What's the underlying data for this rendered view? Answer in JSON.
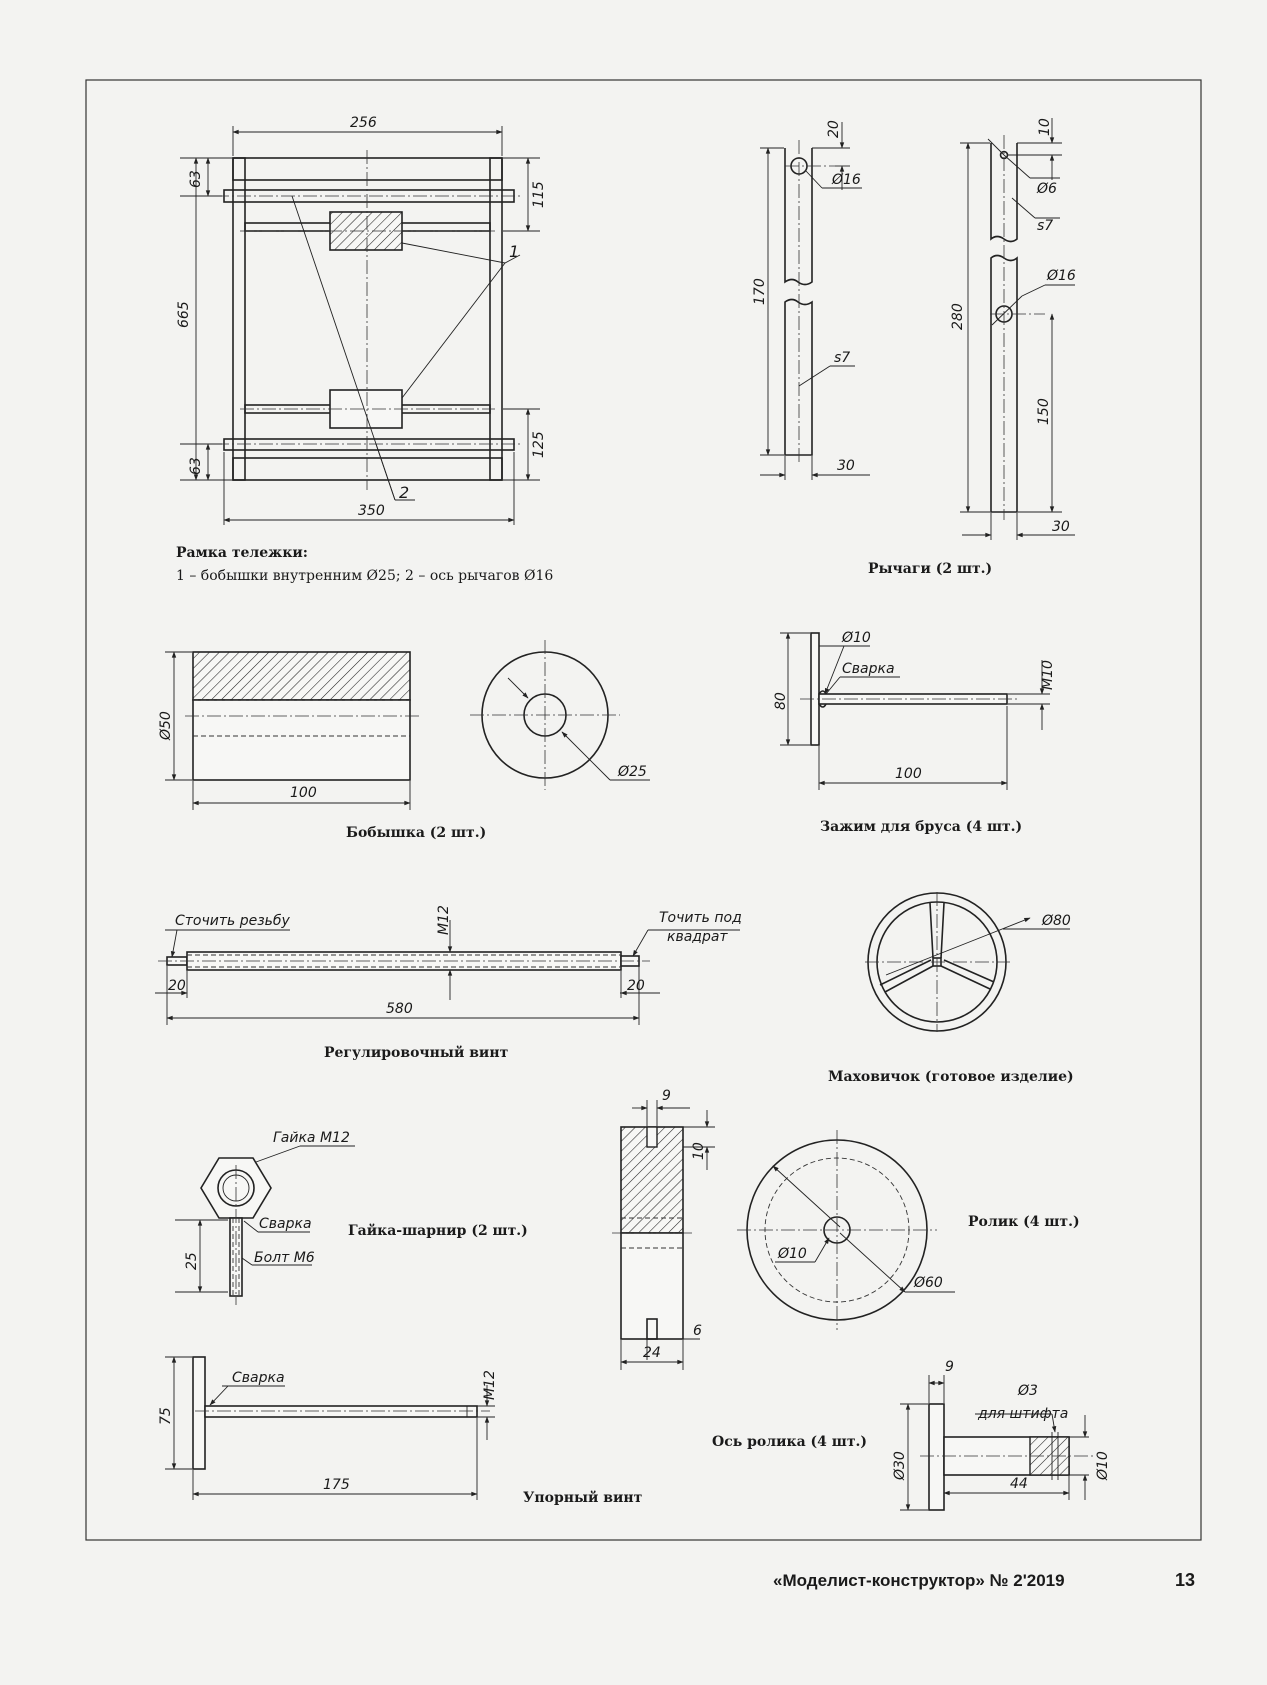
{
  "captions": {
    "frame_title": "Рамка тележки:",
    "frame_desc": "1 – бобышки внутренним Ø25; 2 – ось рычагов Ø16",
    "levers": "Рычаги (2 шт.)",
    "boss": "Бобышка (2 шт.)",
    "clamp": "Зажим для бруса (4 шт.)",
    "adj_screw": "Регулировочный винт",
    "handwheel": "Маховичок (готовое изделие)",
    "nut_hinge": "Гайка-шарнир (2 шт.)",
    "roller": "Ролик (4 шт.)",
    "roller_axle": "Ось ролика (4 шт.)",
    "stop_screw": "Упорный винт"
  },
  "frame": {
    "w256": "256",
    "d63a": "63",
    "d115": "115",
    "d665": "665",
    "d63b": "63",
    "d125": "125",
    "w350": "350",
    "ref1": "1",
    "ref2": "2"
  },
  "lever1": {
    "d20": "20",
    "dia16": "Ø16",
    "d170": "170",
    "s7": "s7",
    "d30": "30"
  },
  "lever2": {
    "d10": "10",
    "dia6": "Ø6",
    "s7": "s7",
    "dia16": "Ø16",
    "d280": "280",
    "d150": "150",
    "d30": "30"
  },
  "boss": {
    "dia50": "Ø50",
    "d100": "100",
    "dia25": "Ø25"
  },
  "clamp": {
    "dia10": "Ø10",
    "weld": "Сварка",
    "d80": "80",
    "m10": "M10",
    "d100": "100"
  },
  "screw": {
    "thread_note": "Сточить резьбу",
    "m12": "M12",
    "square_note_1": "Точить под",
    "square_note_2": "квадрат",
    "d20a": "20",
    "d20b": "20",
    "d580": "580"
  },
  "wheel": {
    "dia80": "Ø80"
  },
  "roller": {
    "d9": "9",
    "d10": "10",
    "d6": "6",
    "d24": "24",
    "dia10": "Ø10",
    "dia60": "Ø60"
  },
  "nut": {
    "nut_label": "Гайка M12",
    "weld": "Сварка",
    "bolt": "Болт M6",
    "d25": "25"
  },
  "stop": {
    "weld": "Сварка",
    "m12": "M12",
    "d75": "75",
    "d175": "175"
  },
  "axle": {
    "d9": "9",
    "dia3": "Ø3",
    "pin_note": "для штифта",
    "dia30": "Ø30",
    "dia10": "Ø10",
    "d44": "44"
  },
  "footer": {
    "magazine": "«Моделист-конструктор» № 2'2019",
    "page": "13"
  }
}
